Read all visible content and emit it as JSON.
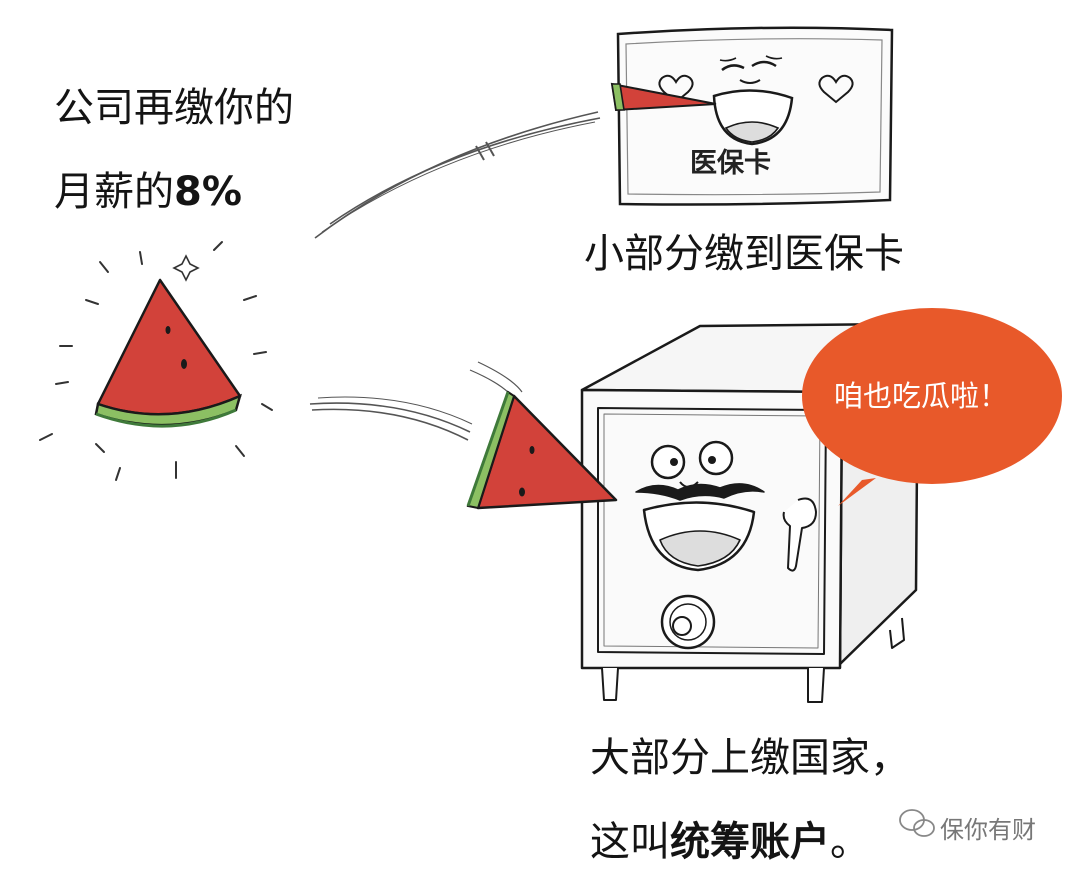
{
  "texts": {
    "line1": "公司再缴你的",
    "line2_prefix": "月薪的",
    "line2_bold": "8%",
    "card_caption": "小部分缴到医保卡",
    "card_label": "医保卡",
    "bubble": "咱也吃瓜啦！",
    "bottom_line1": "大部分上缴国家，",
    "bottom_line2_prefix": "这叫",
    "bottom_line2_bold": "统筹账户",
    "bottom_line2_suffix": "。",
    "watermark": "保你有财"
  },
  "colors": {
    "bubble": "#e8592a",
    "melon_flesh": "#d2423a",
    "melon_rind": "#8cc063",
    "melon_rind_dark": "#3f7a3a",
    "ink": "#1a1a1a"
  },
  "icons": [
    "watermelon-slice-icon",
    "medical-card-icon",
    "safe-icon",
    "speech-bubble-icon",
    "wechat-icon",
    "sparkle-icon",
    "heart-icon"
  ]
}
